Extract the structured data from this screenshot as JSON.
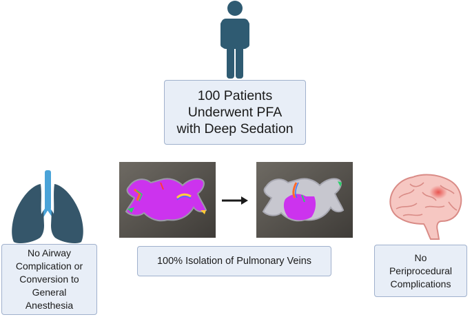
{
  "patients_box": {
    "lines": [
      "100 Patients",
      "Underwent PFA",
      "with Deep Sedation"
    ]
  },
  "airway_box": {
    "lines": [
      "No Airway",
      "Complication or",
      "Conversion to",
      "General",
      "Anesthesia"
    ]
  },
  "isolation_box": {
    "text": "100% Isolation of Pulmonary Veins"
  },
  "complications_box": {
    "lines": [
      "No",
      "Periprocedural",
      "Complications"
    ]
  },
  "icons": [
    "person-icon",
    "lungs-icon",
    "arrow-right-icon",
    "brain-icon"
  ],
  "colors": {
    "person": "#2f5b72",
    "lungs": "#35566a",
    "trachea": "#4aa3d8",
    "box_fill": "#e8eef7",
    "box_border": "#9fb0cc",
    "ablation_map": "#cc33ee",
    "brain": "#f2b3ad"
  }
}
